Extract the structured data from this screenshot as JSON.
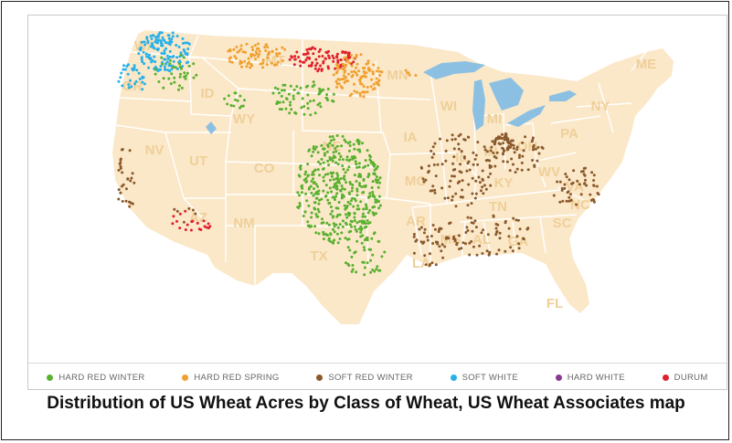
{
  "caption": "Distribution of US Wheat Acres by Class of Wheat, US Wheat Associates map",
  "colors": {
    "land": "#fbe8c9",
    "state_border": "#ffffff",
    "water": "#8cc0e2",
    "label": "#efcf98",
    "hard_red_winter": "#5ab030",
    "hard_red_spring": "#f0a030",
    "soft_red_winter": "#8a5a2c",
    "soft_white": "#28b0e8",
    "hard_white": "#8a3a90",
    "durum": "#e0202c"
  },
  "legend": [
    {
      "key": "hard_red_winter",
      "label": "HARD RED WINTER"
    },
    {
      "key": "hard_red_spring",
      "label": "HARD RED SPRING"
    },
    {
      "key": "soft_red_winter",
      "label": "SOFT RED WINTER"
    },
    {
      "key": "soft_white",
      "label": "SOFT WHITE"
    },
    {
      "key": "hard_white",
      "label": "HARD WHITE"
    },
    {
      "key": "durum",
      "label": "DURUM"
    }
  ],
  "state_labels": {
    "WA": "WA",
    "OR": "OR",
    "ID": "ID",
    "MT": "MT",
    "WY": "WY",
    "NV": "NV",
    "UT": "UT",
    "CO": "CO",
    "AZ": "AZ",
    "NM": "NM",
    "NE": "NE",
    "MN": "MN",
    "IA": "IA",
    "WI": "WI",
    "MI": "MI",
    "NY": "NY",
    "ME": "ME",
    "PA": "PA",
    "OH": "OH",
    "IN": "IN",
    "IL": "IL",
    "MO": "MO",
    "KY": "KY",
    "WV": "WV",
    "VA": "VA",
    "NC": "NC",
    "TN": "TN",
    "AR": "AR",
    "MS": "MS",
    "AL": "AL",
    "GA": "GA",
    "SC": "SC",
    "LA": "LA",
    "TX": "TX",
    "FL": "FL"
  }
}
